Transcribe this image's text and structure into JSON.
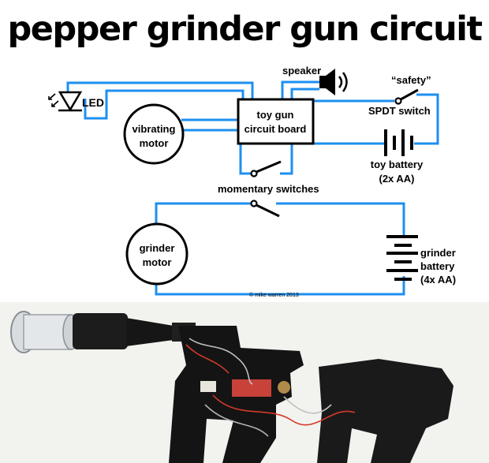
{
  "title": "pepper grinder gun circuit",
  "colors": {
    "wire": "#1e8ff0",
    "outline": "#000000",
    "background": "#ffffff"
  },
  "labels": {
    "led": "LED",
    "vibrating_motor": [
      "vibrating",
      "motor"
    ],
    "circuit_board": [
      "toy gun",
      "circuit board"
    ],
    "speaker": "speaker",
    "safety": "“safety”",
    "spdt_switch": "SPDT switch",
    "toy_battery": [
      "toy battery",
      "(2x AA)"
    ],
    "momentary_switches": "momentary switches",
    "grinder_motor": [
      "grinder",
      "motor"
    ],
    "grinder_battery": [
      "grinder",
      "battery",
      "(4x AA)"
    ],
    "credit": "© mike warren 2013"
  },
  "icons": [
    "led-symbol-icon",
    "speaker-icon",
    "switch-icon",
    "battery-icon"
  ],
  "photo": {
    "description_icon": "pepper-grinder-gun-photo"
  }
}
